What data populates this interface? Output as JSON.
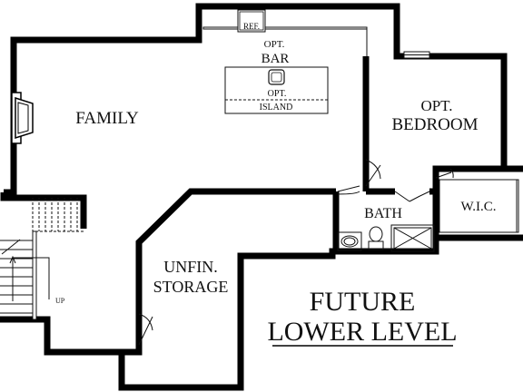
{
  "plan": {
    "title_line1": "FUTURE",
    "title_line2": "LOWER LEVEL",
    "rooms": {
      "family": "FAMILY",
      "bar_line1": "OPT.",
      "bar_line2": "BAR",
      "island_line1": "OPT.",
      "island_line2": "ISLAND",
      "bedroom_line1": "OPT.",
      "bedroom_line2": "BEDROOM",
      "bath": "BATH",
      "wic": "W.I.C.",
      "storage_line1": "UNFIN.",
      "storage_line2": "STORAGE"
    },
    "fixtures": {
      "ref": "REF.",
      "stair_label": "UP"
    }
  }
}
